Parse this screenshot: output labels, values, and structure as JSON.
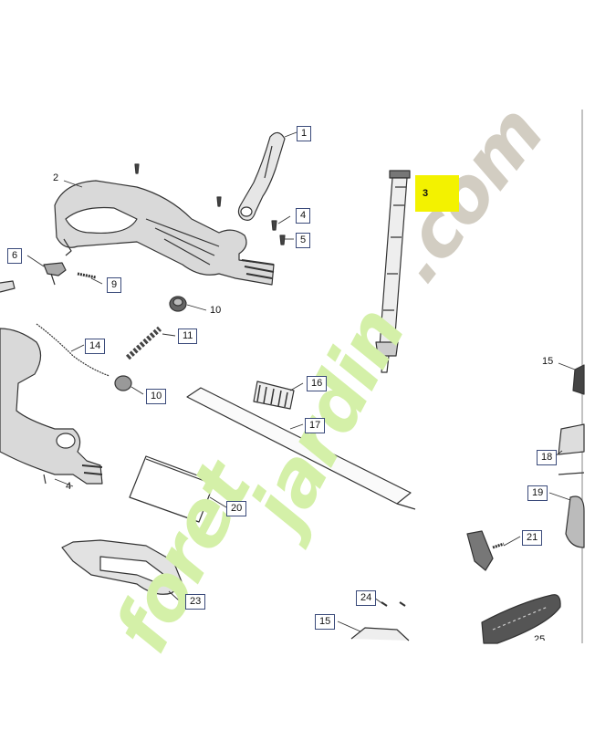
{
  "labels": {
    "p1": "1",
    "p2": "2",
    "p3": "3",
    "p4a": "4",
    "p4b": "4",
    "p5": "5",
    "p6": "6",
    "p9": "9",
    "p10a": "10",
    "p10b": "10",
    "p11": "11",
    "p14": "14",
    "p15a": "15",
    "p15b": "15",
    "p16": "16",
    "p17": "17",
    "p18": "18",
    "p19": "19",
    "p20": "20",
    "p21": "21",
    "p23": "23",
    "p24": "24",
    "p25": "25"
  },
  "watermark": {
    "part1": "foret",
    "part2": "jardin",
    "part3": ".com",
    "colors": {
      "green": "#d4f0a8",
      "orange": "#f7c69a",
      "gray": "#d2cdc2"
    }
  },
  "colors": {
    "highlight": "#f3f200",
    "line": "#333333",
    "box_border": "#3a4a7a"
  }
}
